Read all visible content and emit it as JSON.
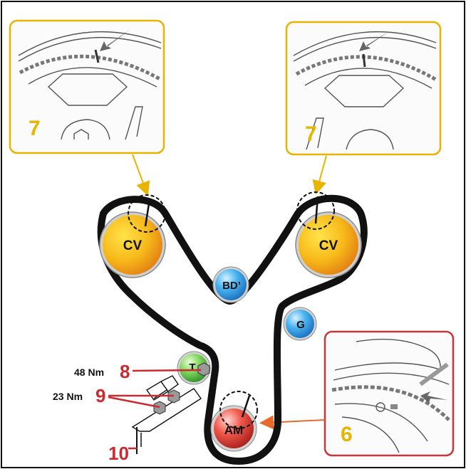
{
  "pulleys": {
    "cam_left": "CV",
    "cam_right": "CV",
    "bd": "BD’",
    "g": "G",
    "tensioner": "T",
    "crank": "AM"
  },
  "callouts": {
    "left_step": "7",
    "right_step": "7",
    "crank_step": "6"
  },
  "torques": {
    "t1_value": "48 Nm",
    "t1_step": "8",
    "t2_value": "23 Nm",
    "t2_step": "9",
    "tool_step": "10"
  },
  "colors": {
    "callout_yellow": "#e8b400",
    "callout_red": "#c8363a",
    "step_red": "#cc2a30",
    "arrow_orange": "#e8692a",
    "belt": "#111111"
  }
}
